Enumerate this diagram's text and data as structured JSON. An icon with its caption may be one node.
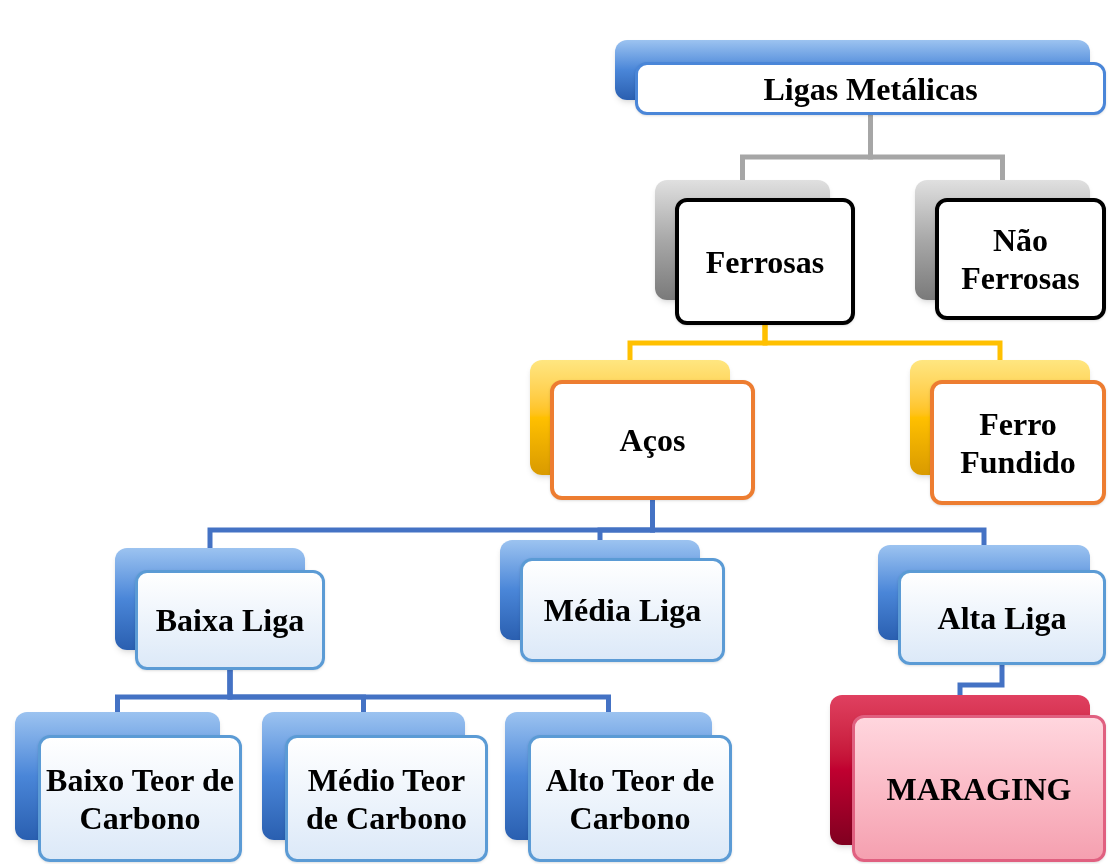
{
  "diagram": {
    "nodes": [
      {
        "text": [
          "Ligas Metálicas"
        ]
      },
      {
        "text": [
          "Ferrosas"
        ]
      },
      {
        "text": [
          "Não Ferrosas"
        ]
      },
      {
        "text": [
          "Aços"
        ]
      },
      {
        "text": [
          "Ferro Fundido"
        ]
      },
      {
        "text": [
          "Baixa Liga"
        ]
      },
      {
        "text": [
          "Média Liga"
        ]
      },
      {
        "text": [
          "Alta Liga"
        ]
      },
      {
        "text": [
          "Baixo Teor de Carbono"
        ]
      },
      {
        "text": [
          "Médio Teor de Carbono"
        ]
      },
      {
        "text": [
          "Alto Teor de Carbono"
        ]
      },
      {
        "text": [
          "MARAGING"
        ]
      }
    ],
    "edges": [
      {
        "from": 0,
        "to": 1,
        "arrow": "none",
        "color": "#a6a6a6"
      },
      {
        "from": 0,
        "to": 2,
        "arrow": "none",
        "color": "#a6a6a6"
      },
      {
        "from": 1,
        "to": 3,
        "arrow": "none",
        "color": "#ffc000"
      },
      {
        "from": 1,
        "to": 4,
        "arrow": "none",
        "color": "#ffc000"
      },
      {
        "from": 3,
        "to": 5,
        "arrow": "none"
      },
      {
        "from": 3,
        "to": 6,
        "arrow": "none"
      },
      {
        "from": 3,
        "to": 7,
        "arrow": "none"
      },
      {
        "from": 5,
        "to": 8,
        "arrow": "none"
      },
      {
        "from": 5,
        "to": 9,
        "arrow": "none"
      },
      {
        "from": 5,
        "to": 10,
        "arrow": "none"
      },
      {
        "from": 7,
        "to": 11,
        "arrow": "none"
      }
    ]
  }
}
